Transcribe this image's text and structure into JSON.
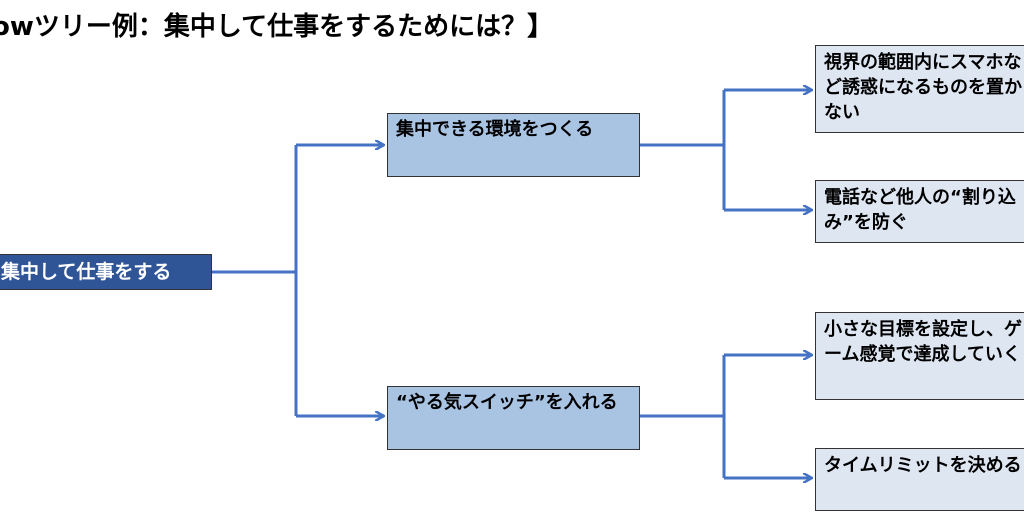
{
  "title": "owツリー例：集中して仕事をするためには？】",
  "root": {
    "label": "集中して仕事をする"
  },
  "branches": [
    {
      "label": "集中できる環境をつくる",
      "leaves": [
        {
          "label": "視界の範囲内にスマホなど誘惑になるものを置かない"
        },
        {
          "label": "電話など他人の“割り込み”を防ぐ"
        }
      ]
    },
    {
      "label": "“やる気スイッチ”を入れる",
      "leaves": [
        {
          "label": "小さな目標を設定し、ゲーム感覚で達成していく"
        },
        {
          "label": "タイムリミットを決める"
        }
      ]
    }
  ],
  "colors": {
    "root_fill": "#2f5597",
    "branch_fill": "#a9c3e3",
    "leaf_fill": "#dee6f2",
    "connector": "#4472c4"
  }
}
